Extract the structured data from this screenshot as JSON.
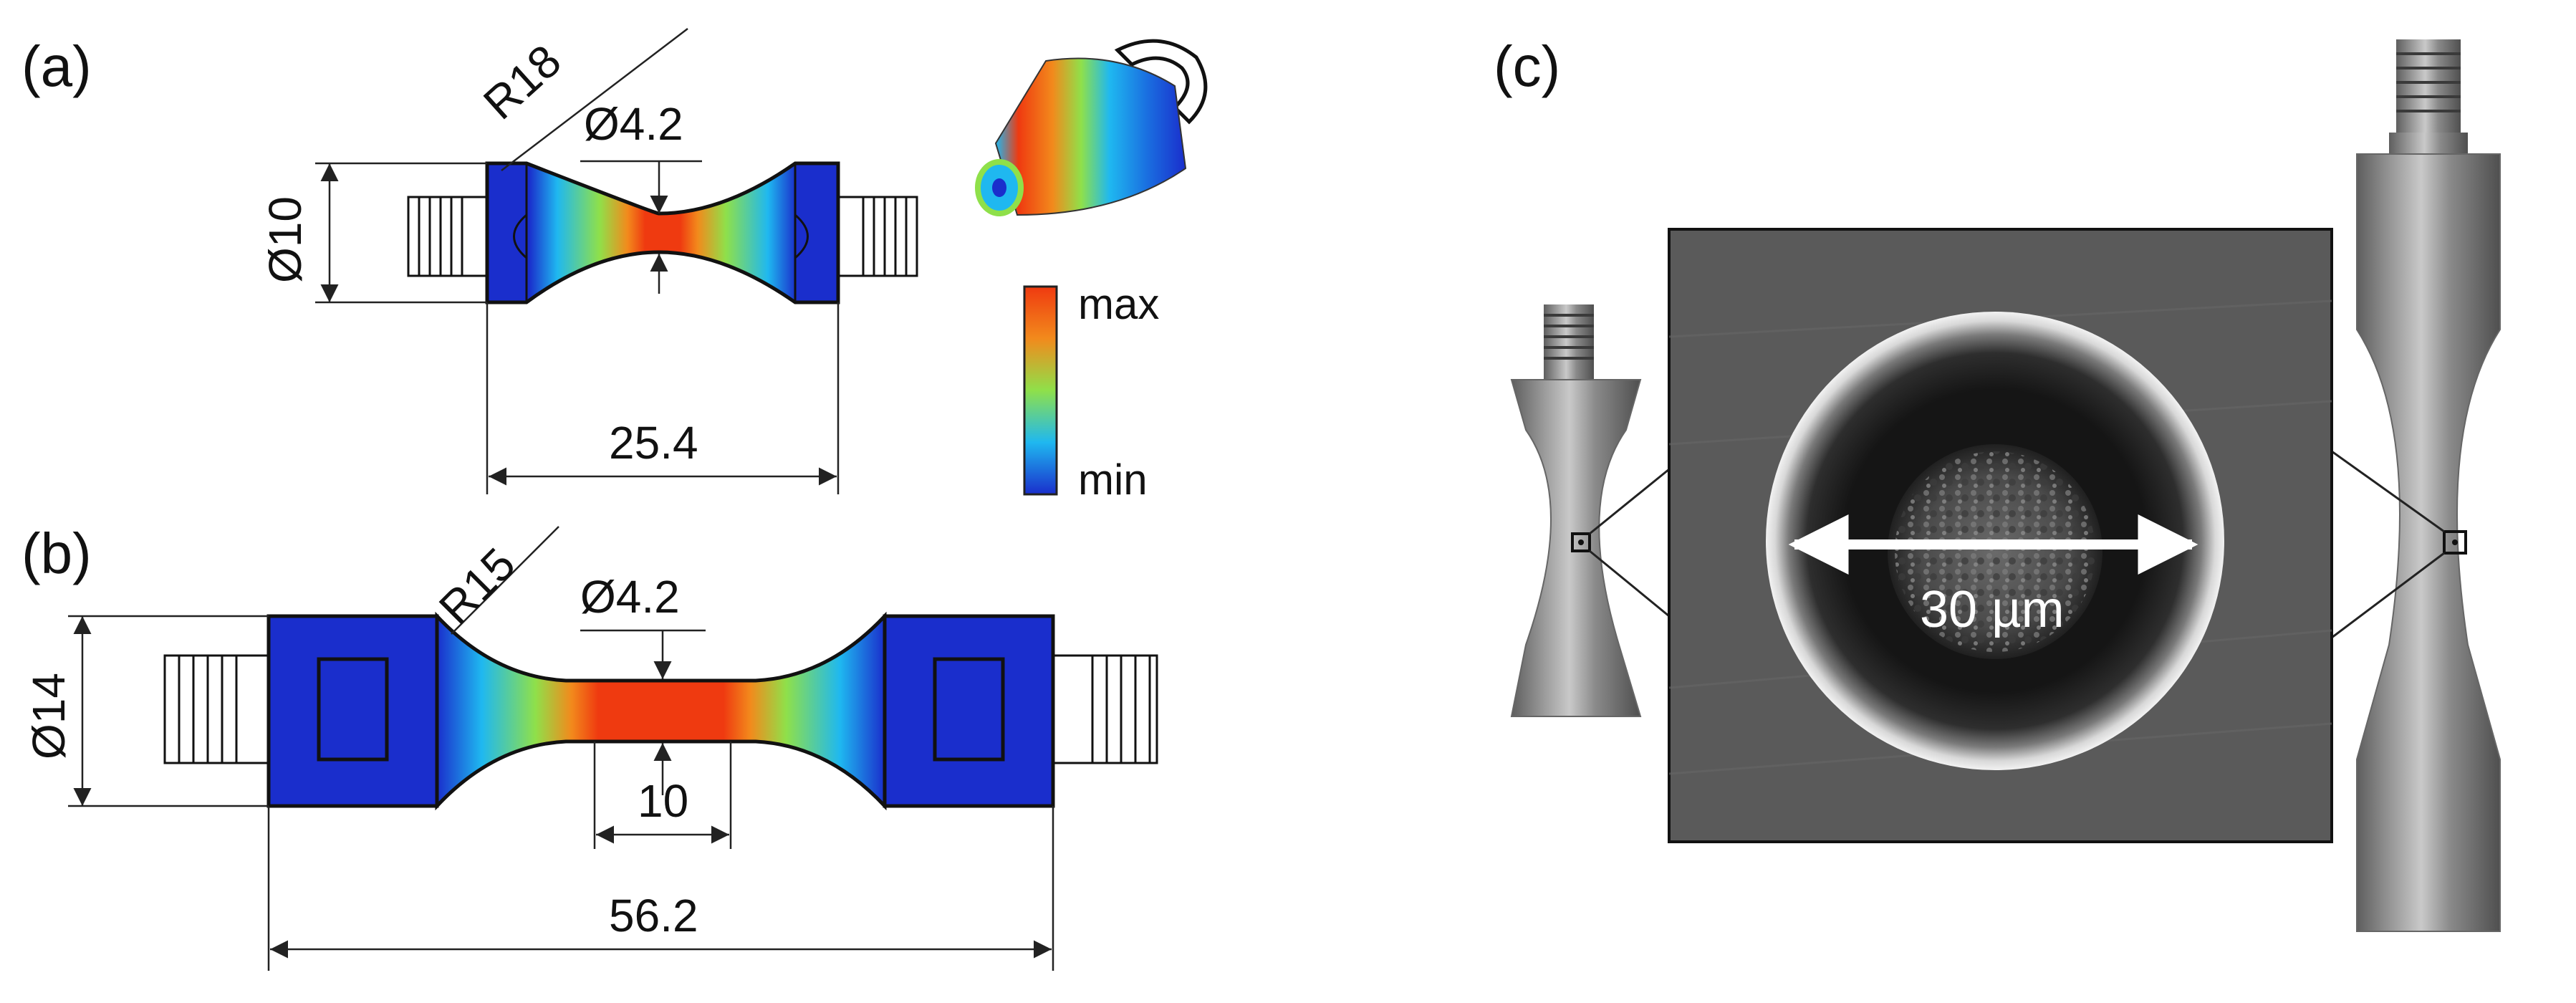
{
  "panels": {
    "a": {
      "label": "(a)",
      "dimensions": {
        "radius": "R18",
        "neck_diameter": "Ø4.2",
        "grip_diameter": "Ø10",
        "length": "25.4"
      },
      "colorbar": {
        "max_label": "max",
        "min_label": "min"
      }
    },
    "b": {
      "label": "(b)",
      "dimensions": {
        "radius": "R15",
        "neck_diameter": "Ø4.2",
        "grip_diameter": "Ø14",
        "gauge_length": "10",
        "length": "56.2"
      }
    },
    "c": {
      "label": "(c)",
      "scale_label": "30 µm"
    }
  },
  "colors": {
    "stress_min": "#1a2ecc",
    "stress_low": "#1fb8f0",
    "stress_mid": "#8fe04a",
    "stress_high": "#f28a1c",
    "stress_max": "#ef3a10",
    "sem_background": "#5a5a5a",
    "specimen_metal": "#8c8c8c"
  }
}
